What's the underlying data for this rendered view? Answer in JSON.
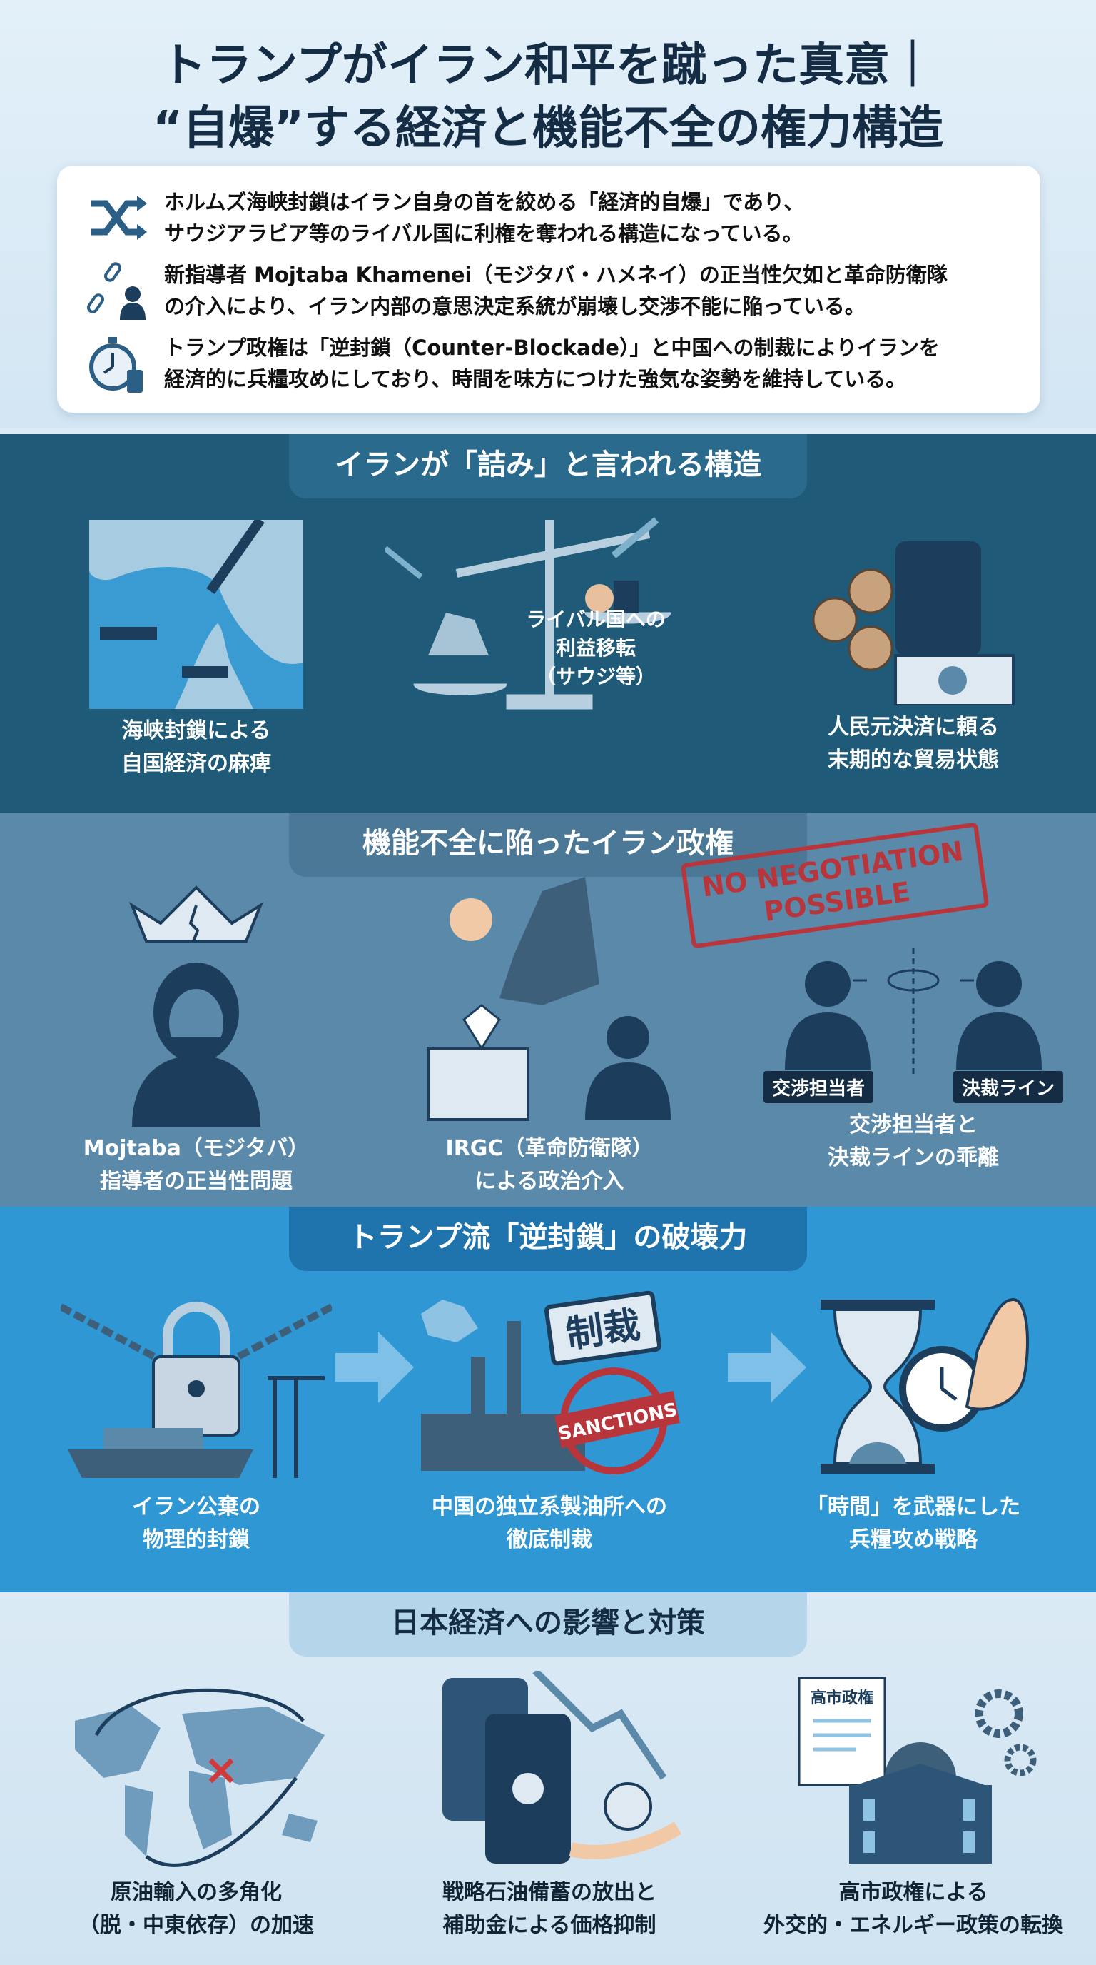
{
  "title": {
    "line1": "トランプがイラン和平を蹴った真意｜",
    "line2": "“自爆”する経済と機能不全の権力構造"
  },
  "summary": [
    {
      "icon": "shuffle-arrows-icon",
      "line1": "ホルムズ海峡封鎖はイラン自身の首を絞める「経済的自爆」であり、",
      "line2": "サウジアラビア等のライバル国に利権を奪われる構造になっている。"
    },
    {
      "icon": "broken-chain-person-icon",
      "line1": "新指導者 Mojtaba Khamenei（モジタバ・ハメネイ）の正当性欠如と革命防衛隊",
      "line2": "の介入により、イラン内部の意思決定系統が崩壊し交渉不能に陥っている。"
    },
    {
      "icon": "stopwatch-oil-barrel-icon",
      "line1": "トランプ政権は「逆封鎖（Counter-Blockade）」と中国への制裁によりイランを",
      "line2": "経済的に兵糧攻めにしており、時間を味方につけた強気な姿勢を維持している。"
    }
  ],
  "sections": [
    {
      "title": "イランが「詰み」と言われる構造",
      "items": [
        {
          "icon": "strait-blockade-map-icon",
          "line1": "海峡封鎖による",
          "line2": "自国経済の麻痺"
        },
        {
          "icon": "balance-scale-icon",
          "line1": "ライバル国への",
          "line2": "利益移転",
          "line3": "（サウジ等）"
        },
        {
          "icon": "yuan-coins-oil-icon",
          "line1": "人民元決済に頼る",
          "line2": "末期的な貿易状態"
        }
      ]
    },
    {
      "title": "機能不全に陥ったイラン政権",
      "stamp": {
        "line1": "NO NEGOTIATION",
        "line2": "POSSIBLE"
      },
      "labels": [
        "交渉担当者",
        "決裁ライン"
      ],
      "items": [
        {
          "icon": "cracked-crown-leader-icon",
          "line1": "Mojtaba（モジタバ）",
          "line2": "指導者の正当性問題"
        },
        {
          "icon": "boot-ballot-box-icon",
          "line1": "IRGC（革命防衛隊）",
          "line2": "による政治介入"
        },
        {
          "icon": "negotiator-decision-icon",
          "line1": "交渉担当者と",
          "line2": "決裁ラインの乖離"
        }
      ]
    },
    {
      "title": "トランプ流「逆封鎖」の破壊力",
      "stamps": [
        "制裁",
        "SANCTIONS"
      ],
      "items": [
        {
          "icon": "padlock-ship-icon",
          "line1": "イラン公棄の",
          "line2": "物理的封鎖"
        },
        {
          "icon": "refinery-sanctions-icon",
          "line1": "中国の独立系製油所への",
          "line2": "徹底制裁"
        },
        {
          "icon": "hourglass-muscle-icon",
          "line1": "「時間」を武器にした",
          "line2": "兵糧攻め戦略"
        }
      ]
    },
    {
      "title": "日本経済への影響と対策",
      "doc_label": "高市政権",
      "items": [
        {
          "icon": "world-map-routes-icon",
          "line1": "原油輸入の多角化",
          "line2": "（脱・中東依存）の加速"
        },
        {
          "icon": "oil-barrels-yen-icon",
          "line1": "戦略石油備蓄の放出と",
          "line2": "補助金による価格抑制"
        },
        {
          "icon": "government-building-icon",
          "line1": "高市政権による",
          "line2": "外交的・エネルギー政策の転換"
        }
      ]
    }
  ]
}
